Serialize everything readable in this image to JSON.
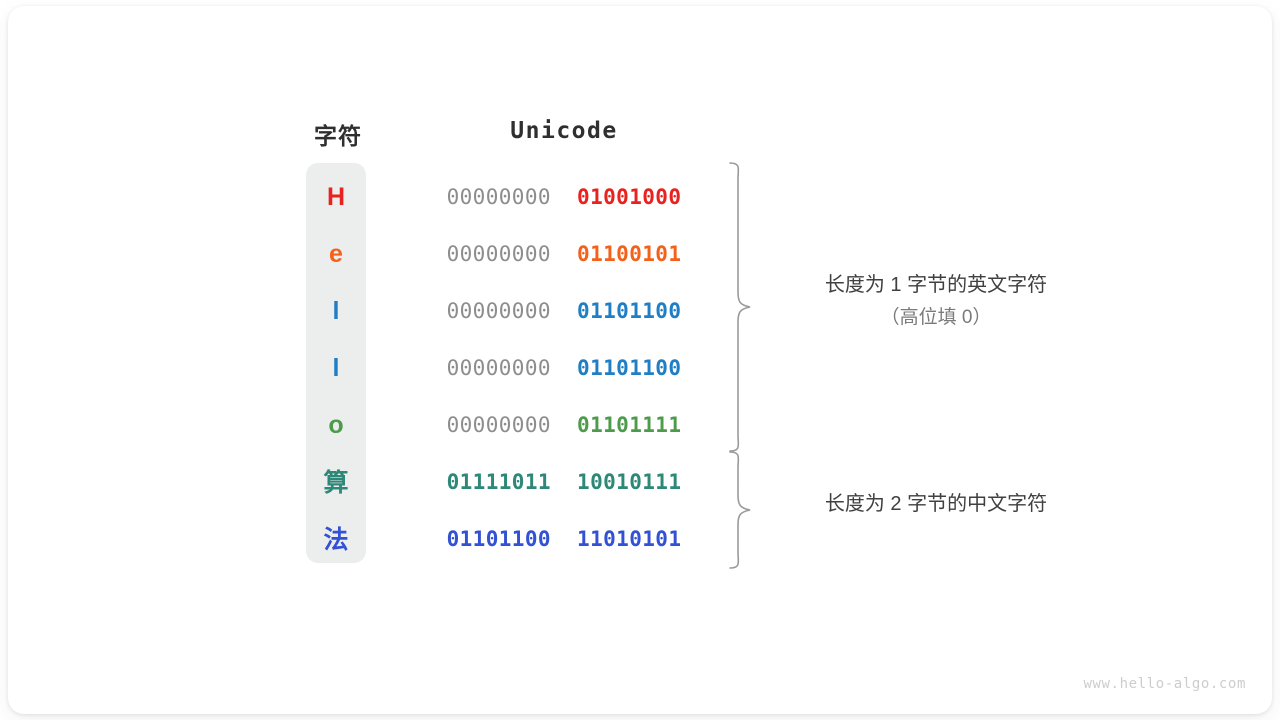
{
  "figure": {
    "headers": {
      "character": "字符",
      "encoding": "Unicode"
    },
    "rows": [
      {
        "char": "H",
        "color": "#e8231f",
        "pad": "00000000",
        "value": "01001000",
        "cjk": false
      },
      {
        "char": "e",
        "color": "#f4611a",
        "pad": "00000000",
        "value": "01100101",
        "cjk": false
      },
      {
        "char": "l",
        "color": "#1f7ec4",
        "pad": "00000000",
        "value": "01101100",
        "cjk": false
      },
      {
        "char": "l",
        "color": "#1f7ec4",
        "pad": "00000000",
        "value": "01101100",
        "cjk": false
      },
      {
        "char": "o",
        "color": "#4d9c4b",
        "pad": "00000000",
        "value": "01101111",
        "cjk": false
      },
      {
        "char": "算",
        "color": "#2e8878",
        "pad": "01111011",
        "value": "10010111",
        "cjk": true
      },
      {
        "char": "法",
        "color": "#3351d4",
        "pad": "01101100",
        "value": "11010101",
        "cjk": true
      }
    ],
    "annotations": {
      "group_one_main": "长度为 1 字节的英文字符",
      "group_one_sub": "（高位填 0）",
      "group_two_main": "长度为 2 字节的中文字符"
    },
    "watermark": "www.hello-algo.com",
    "colors": {
      "panel_background": "#eceded",
      "padding_byte": "#8d8d8d",
      "brace_stroke": "#9a9a9a",
      "annotation_text": "#404040",
      "watermark_text": "#cdcdcd"
    }
  }
}
